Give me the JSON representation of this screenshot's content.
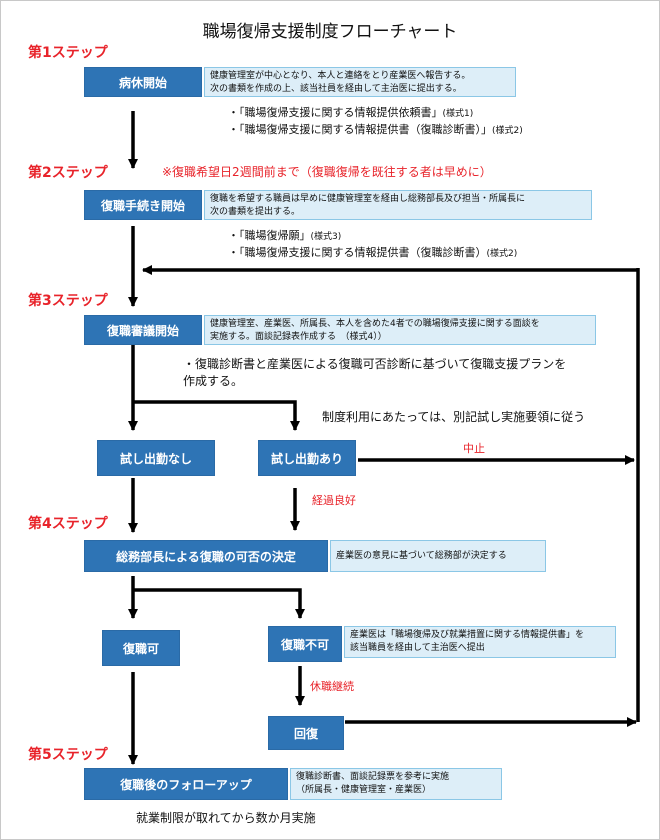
{
  "title": "職場復帰支援制度フローチャート",
  "steps": {
    "s1": "第1ステップ",
    "s2": "第2ステップ",
    "s3": "第3ステップ",
    "s4": "第4ステップ",
    "s5": "第5ステップ"
  },
  "boxes": {
    "kyushoku": "病休開始",
    "tetsuzuki": "復職手続き開始",
    "shingi": "復職審議開始",
    "nashi": "試し出勤なし",
    "ari": "試し出勤あり",
    "kettei": "総務部長による復職の可否の決定",
    "ka": "復職可",
    "fuka": "復職不可",
    "kaifuku": "回復",
    "follow": "復職後のフォローアップ"
  },
  "notes": {
    "n1": [
      "健康管理室が中心となり、本人と連絡をとり産業医へ報告する。",
      "次の書類を作成の上、該当社員を経由して主治医に提出する。"
    ],
    "n2": [
      "復職を希望する職員は早めに健康管理室を経由し総務部長及び担当・所属長に",
      "次の書類を提出する。"
    ],
    "n3": [
      "健康管理室、産業医、所属長、本人を含めた4者での職場復帰支援に関する面談を",
      "実施する。面談記録表作成する　（様式4））"
    ],
    "n4": "産業医の意見に基づいて総務部が決定する",
    "n5": [
      "産業医は「職場復帰及び就業措置に関する情報提供書」を",
      "該当職員を経由して主治医へ提出"
    ],
    "n6": [
      "復職診断書、面談記録票を参考に実施",
      "（所属長・健康管理室・産業医）"
    ]
  },
  "docs1": {
    "line1": "・「職場復帰支援に関する情報提供依頼書」",
    "line1_form": "(様式1)",
    "line2": "・「職場復帰支援に関する情報提供書（復職診断書）」",
    "line2_form": "(様式2)"
  },
  "deadline": "※復職希望日2週間前まで（復職復帰を既往する者は早めに）",
  "docs2": {
    "line1": "・「職場復帰願」",
    "line1_form": "(様式3)",
    "line2": "・「職場復帰支援に関する情報提供書（復職診断書）",
    "line2_form": "(様式2)"
  },
  "plan": [
    "・復職診断書と産業医による復職可否診断に基づいて復職支援プランを",
    "作成する。"
  ],
  "trial_note": "制度利用にあたっては、別記試し実施要領に従う",
  "labels": {
    "chushi": "中止",
    "keika": "経過良好",
    "kyushoku_keizoku": "休職継続"
  },
  "footer": "就業制限が取れてから数か月実施"
}
